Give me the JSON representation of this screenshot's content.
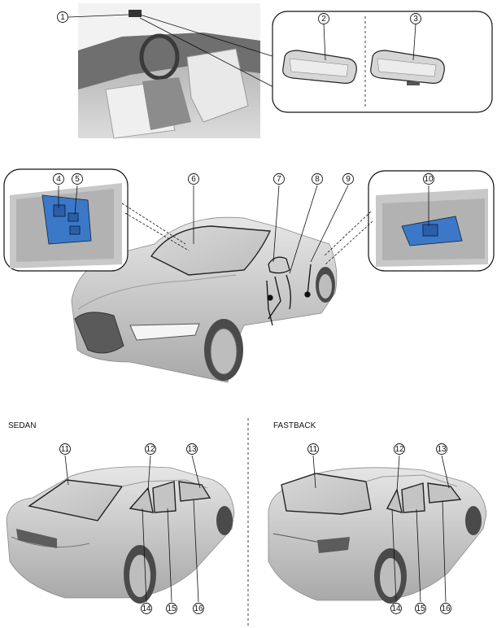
{
  "callouts": [
    "1",
    "2",
    "3",
    "4",
    "5",
    "6",
    "7",
    "8",
    "9",
    "10",
    "11",
    "12",
    "13",
    "14",
    "15",
    "16",
    "11",
    "12",
    "13",
    "14",
    "15",
    "16"
  ],
  "labels": {
    "sedan": "SEDAN",
    "fastback": "FASTBACK"
  },
  "colors": {
    "part_highlight": "#3b78c8",
    "line": "#111111",
    "car_body": "#c9c9c9"
  }
}
